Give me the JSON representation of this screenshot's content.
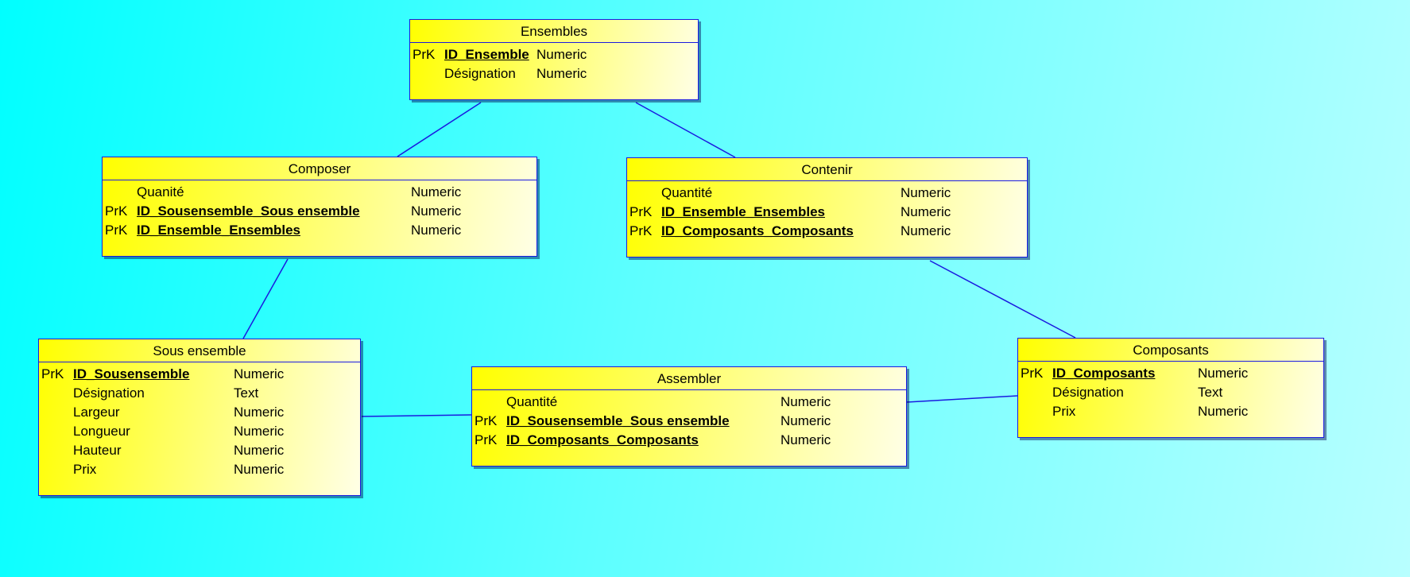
{
  "colors": {
    "link": "#1a1ae0",
    "entity_border": "#1a1ae0",
    "entity_fill_start": "#ffff00",
    "entity_fill_end": "#ffffe6",
    "background_start": "#00ffff",
    "background_end": "#b8ffff"
  },
  "entities": {
    "ensembles": {
      "title": "Ensembles",
      "attributes": [
        {
          "key": "PrK",
          "name": "ID_Ensemble",
          "type": "Numeric",
          "pk": true
        },
        {
          "key": "",
          "name": "Désignation",
          "type": "Numeric",
          "pk": false
        }
      ]
    },
    "composer": {
      "title": "Composer",
      "attributes": [
        {
          "key": "",
          "name": "Quanité",
          "type": "Numeric",
          "pk": false
        },
        {
          "key": "PrK",
          "name": "ID_Sousensemble_Sous ensemble",
          "type": "Numeric",
          "pk": true
        },
        {
          "key": "PrK",
          "name": "ID_Ensemble_Ensembles",
          "type": "Numeric",
          "pk": true
        }
      ]
    },
    "contenir": {
      "title": "Contenir",
      "attributes": [
        {
          "key": "",
          "name": "Quantité",
          "type": "Numeric",
          "pk": false
        },
        {
          "key": "PrK",
          "name": "ID_Ensemble_Ensembles",
          "type": "Numeric",
          "pk": true
        },
        {
          "key": "PrK",
          "name": "ID_Composants_Composants",
          "type": "Numeric",
          "pk": true
        }
      ]
    },
    "sous_ensemble": {
      "title": "Sous ensemble",
      "attributes": [
        {
          "key": "PrK",
          "name": "ID_Sousensemble",
          "type": "Numeric",
          "pk": true
        },
        {
          "key": "",
          "name": "Désignation",
          "type": "Text",
          "pk": false
        },
        {
          "key": "",
          "name": "Largeur",
          "type": "Numeric",
          "pk": false
        },
        {
          "key": "",
          "name": "Longueur",
          "type": "Numeric",
          "pk": false
        },
        {
          "key": "",
          "name": "Hauteur",
          "type": "Numeric",
          "pk": false
        },
        {
          "key": "",
          "name": "Prix",
          "type": "Numeric",
          "pk": false
        }
      ]
    },
    "assembler": {
      "title": "Assembler",
      "attributes": [
        {
          "key": "",
          "name": "Quantité",
          "type": "Numeric",
          "pk": false
        },
        {
          "key": "PrK",
          "name": "ID_Sousensemble_Sous ensemble",
          "type": "Numeric",
          "pk": true
        },
        {
          "key": "PrK",
          "name": "ID_Composants_Composants",
          "type": "Numeric",
          "pk": true
        }
      ]
    },
    "composants": {
      "title": "Composants",
      "attributes": [
        {
          "key": "PrK",
          "name": "ID_Composants",
          "type": "Numeric",
          "pk": true
        },
        {
          "key": "",
          "name": "Désignation",
          "type": "Text",
          "pk": false
        },
        {
          "key": "",
          "name": "Prix",
          "type": "Numeric",
          "pk": false
        }
      ]
    }
  }
}
